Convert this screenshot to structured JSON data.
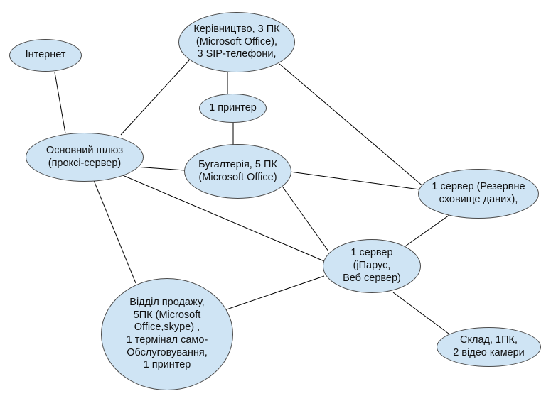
{
  "diagram": {
    "nodes": {
      "internet": "Інтернет",
      "management": "Керівництво, 3 ПК\n(Microsoft Office),\n3 SIP-телефони,",
      "printer": "1 принтер",
      "gateway": "Основний шлюз\n(проксі-сервер)",
      "accounting": "Бугалтерія, 5 ПК\n(Microsoft Office)",
      "backup": "1 сервер (Резервне\nсховище даних),",
      "server": "1 сервер\n(jПарус,\nВеб сервер)",
      "sales": "Відділ продажу,\n5ПК (Microsoft\nOffice,skype) ,\n1 термінал само-\nОбслуговування,\n1 принтер",
      "warehouse": "Склад, 1ПК,\n2 відео камери"
    },
    "edges": [
      [
        "internet",
        "gateway"
      ],
      [
        "gateway",
        "management"
      ],
      [
        "management",
        "printer"
      ],
      [
        "printer",
        "accounting"
      ],
      [
        "management",
        "backup"
      ],
      [
        "gateway",
        "accounting"
      ],
      [
        "accounting",
        "backup"
      ],
      [
        "accounting",
        "server"
      ],
      [
        "gateway",
        "server"
      ],
      [
        "gateway",
        "sales"
      ],
      [
        "sales",
        "server"
      ],
      [
        "server",
        "backup"
      ],
      [
        "server",
        "warehouse"
      ]
    ],
    "colors": {
      "node_fill": "#cfe4f4",
      "node_border": "#4b4b4b",
      "edge": "#000000"
    }
  }
}
